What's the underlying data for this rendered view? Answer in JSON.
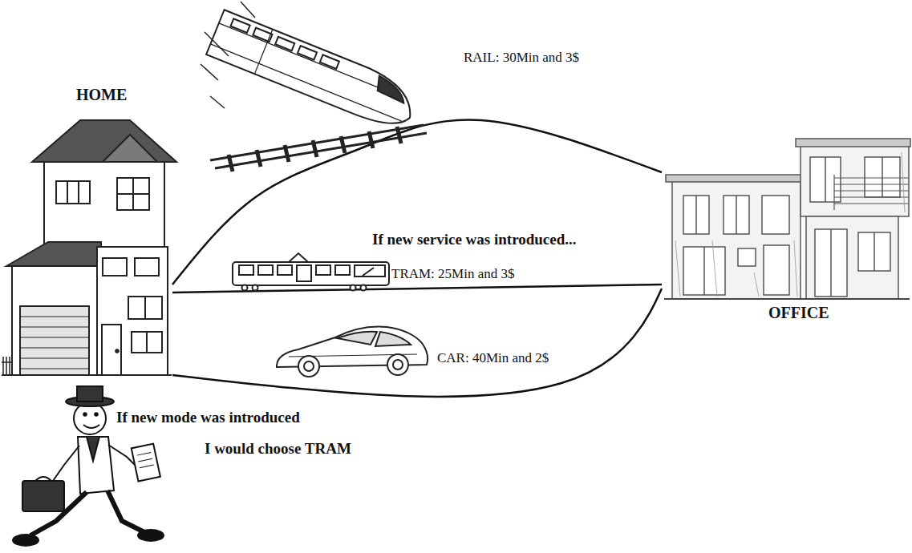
{
  "diagram": {
    "nodes": [
      {
        "text": [
          "HOME"
        ]
      },
      {
        "text": [
          "OFFICE"
        ]
      }
    ],
    "edges": [
      {
        "from": 0,
        "to": 1,
        "label": "RAIL: 30Min and 3$",
        "arrow": "none"
      },
      {
        "from": 0,
        "to": 1,
        "label": "TRAM: 25Min and 3$",
        "arrow": "none"
      },
      {
        "from": 0,
        "to": 1,
        "label": "CAR: 40Min and 2$",
        "arrow": "none"
      }
    ],
    "labels": [
      "If new service was introduced...",
      "If new mode was introduced",
      "I would choose TRAM"
    ]
  }
}
